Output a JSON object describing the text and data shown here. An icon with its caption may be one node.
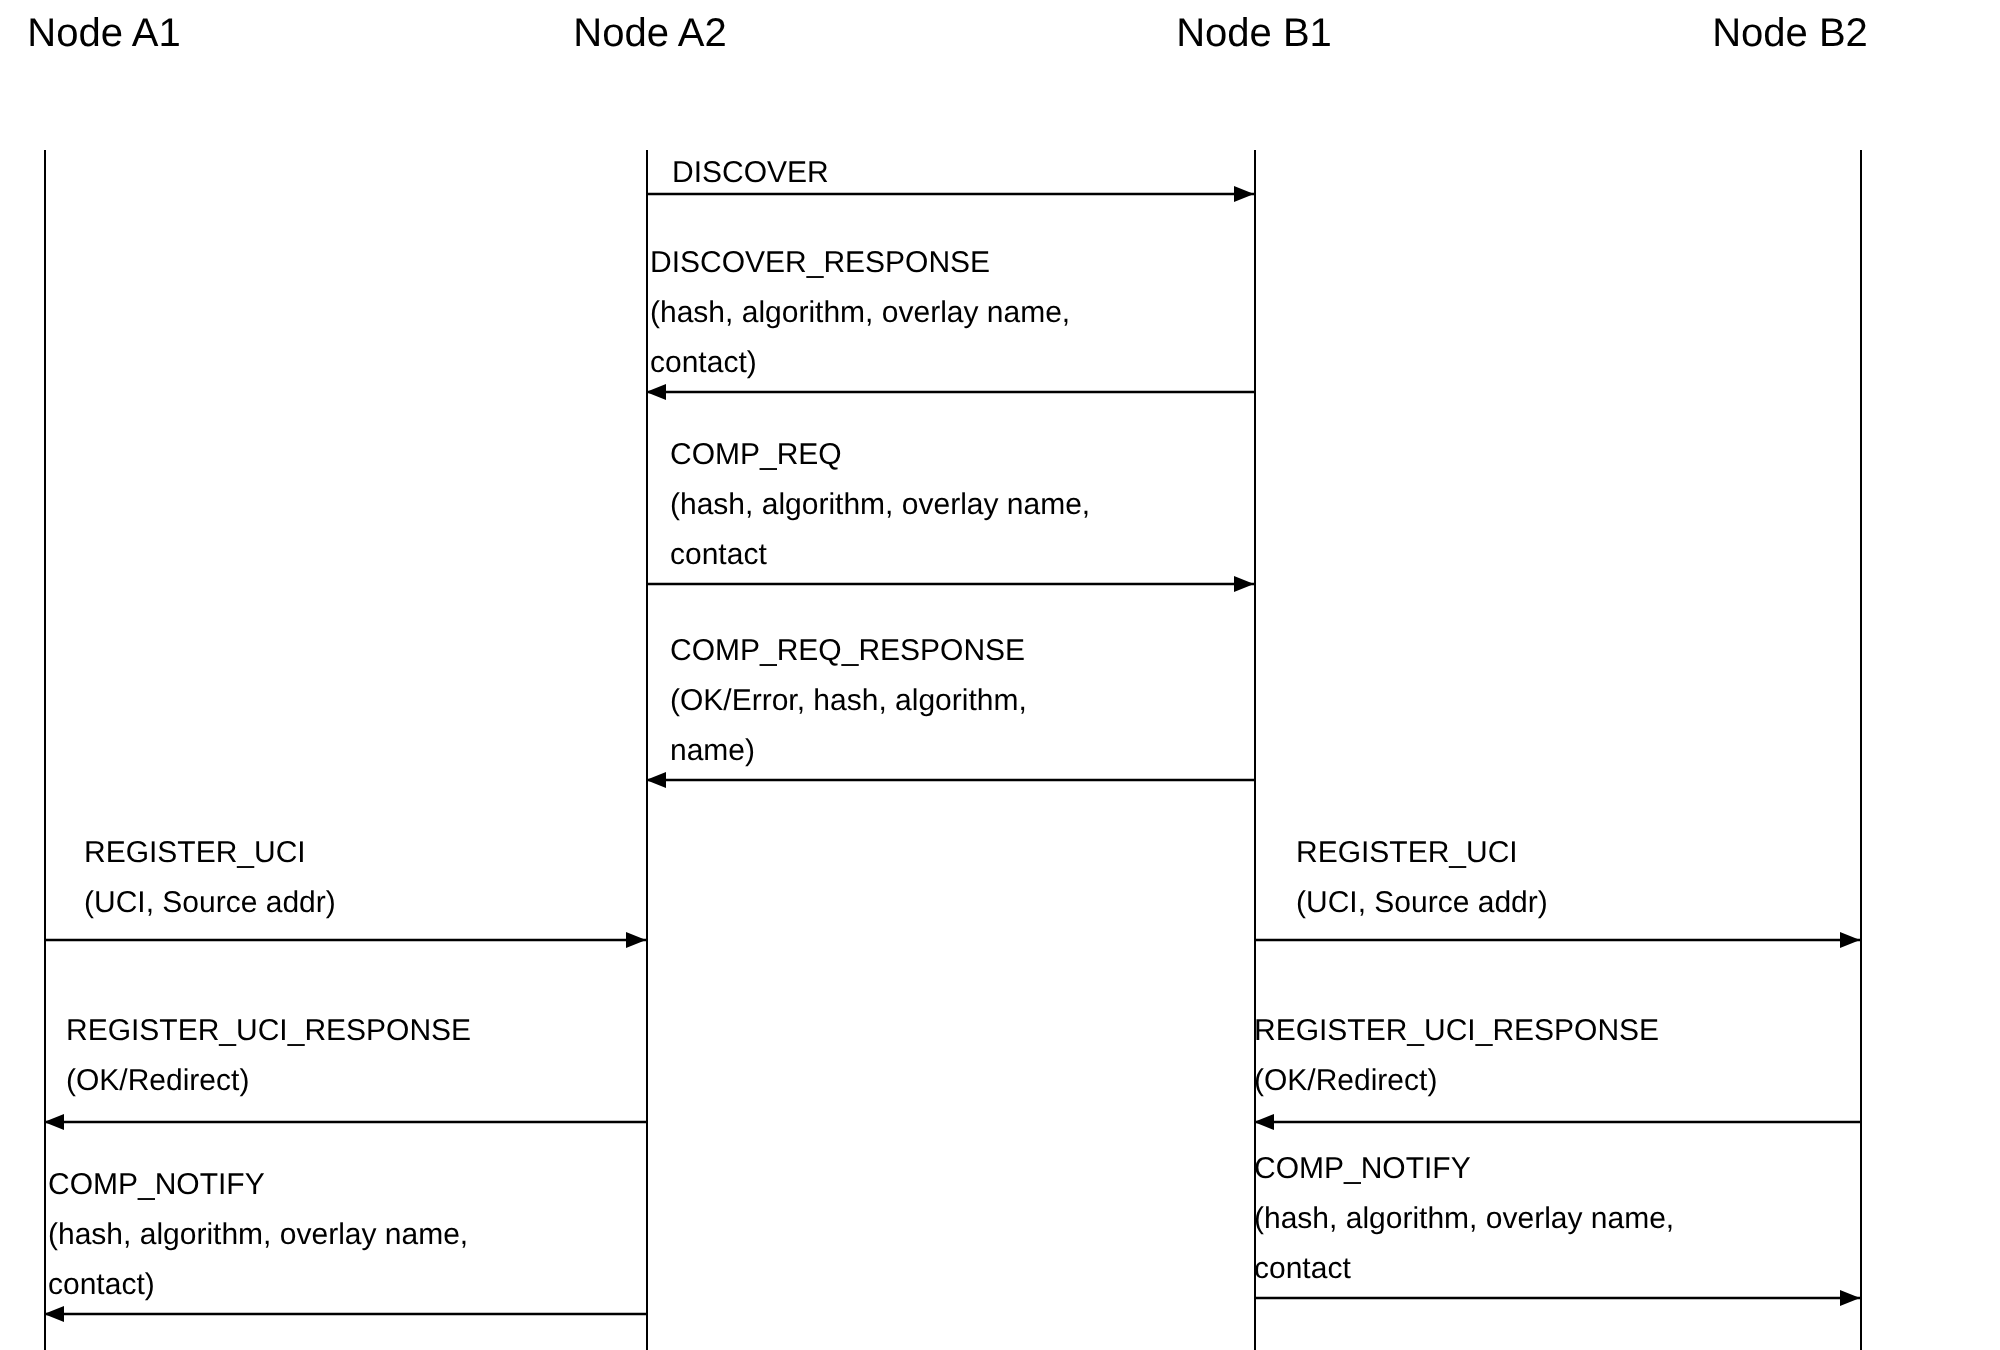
{
  "diagram": {
    "nodes": [
      {
        "text": [
          "Node A1"
        ]
      },
      {
        "text": [
          "Node A2"
        ]
      },
      {
        "text": [
          "Node B1"
        ]
      },
      {
        "text": [
          "Node B2"
        ]
      }
    ],
    "edges": [
      {
        "from": 1,
        "to": 2,
        "arrow": "to",
        "label": "DISCOVER"
      },
      {
        "from": 2,
        "to": 1,
        "arrow": "to",
        "label": "DISCOVER_RESPONSE (hash, algorithm, overlay name, contact)"
      },
      {
        "from": 1,
        "to": 2,
        "arrow": "to",
        "label": "COMP_REQ (hash, algorithm, overlay name, contact"
      },
      {
        "from": 2,
        "to": 1,
        "arrow": "to",
        "label": "COMP_REQ_RESPONSE (OK/Error, hash, algorithm, name)"
      },
      {
        "from": 0,
        "to": 1,
        "arrow": "to",
        "label": "REGISTER_UCI (UCI, Source addr)"
      },
      {
        "from": 2,
        "to": 3,
        "arrow": "to",
        "label": "REGISTER_UCI (UCI, Source addr)"
      },
      {
        "from": 1,
        "to": 0,
        "arrow": "to",
        "label": "REGISTER_UCI_RESPONSE (OK/Redirect)"
      },
      {
        "from": 3,
        "to": 2,
        "arrow": "to",
        "label": "REGISTER_UCI_RESPONSE (OK/Redirect)"
      },
      {
        "from": 1,
        "to": 0,
        "arrow": "to",
        "label": "COMP_NOTIFY (hash, algorithm, overlay name, contact)"
      },
      {
        "from": 2,
        "to": 3,
        "arrow": "to",
        "label": "COMP_NOTIFY (hash, algorithm, overlay name, contact"
      }
    ]
  }
}
